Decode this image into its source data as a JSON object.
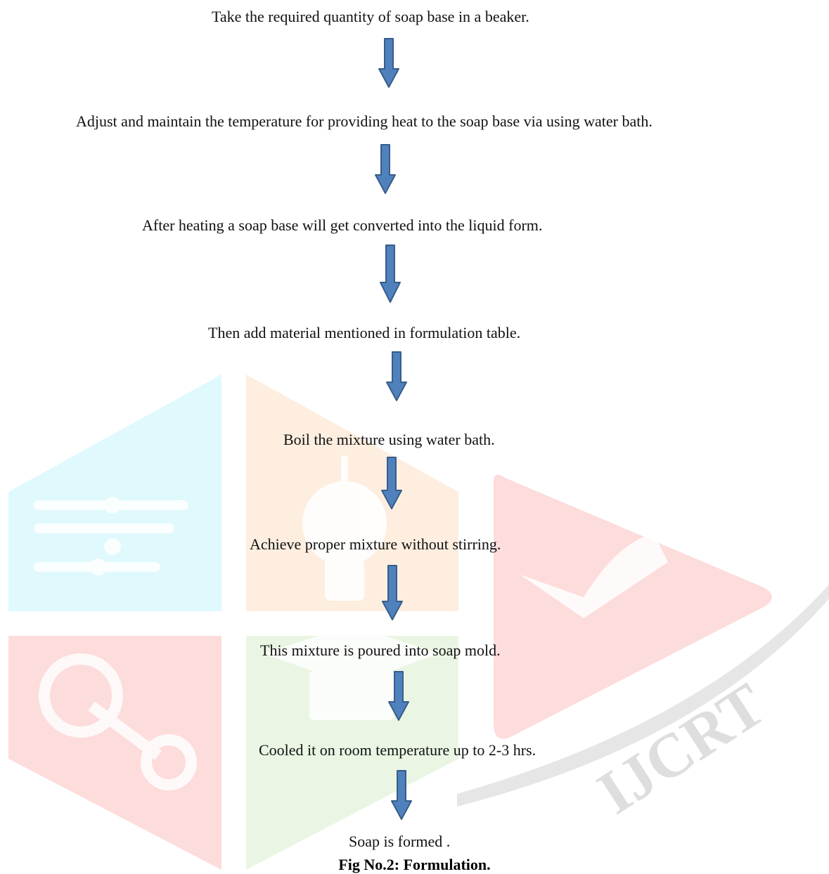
{
  "steps": [
    "Take the required quantity of soap base in a beaker.",
    "Adjust and maintain the temperature for providing heat to the soap base via using water bath.",
    "After heating a soap base will get converted into the liquid form.",
    "Then add material mentioned in formulation table.",
    "Boil the mixture using water bath.",
    "Achieve proper mixture without stirring.",
    "This mixture is poured into soap mold.",
    "Cooled it on room temperature up to 2-3 hrs.",
    "Soap is formed ."
  ],
  "caption": "Fig No.2: Formulation.",
  "watermark": {
    "text": "IJCRT"
  },
  "colors": {
    "arrow_fill": "#4f81bd",
    "arrow_stroke": "#385d8a",
    "wm_cyan": "#dff9fd",
    "wm_orange": "#fdeee0",
    "wm_red": "#fddcdc",
    "wm_green": "#eaf6e3",
    "wm_gray": "#e6e6e6"
  }
}
